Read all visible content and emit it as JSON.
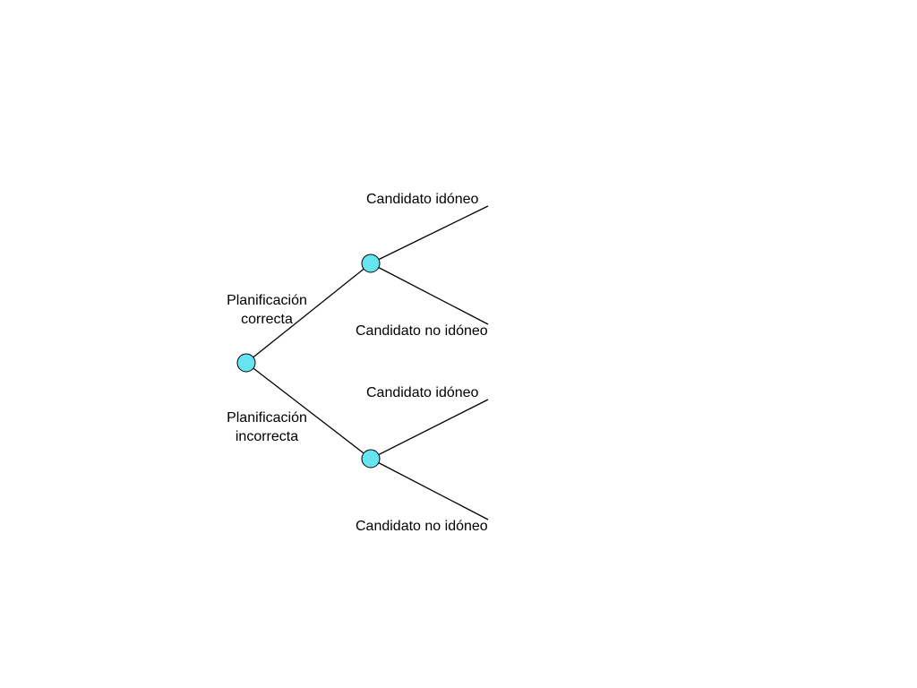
{
  "tree": {
    "node_color": "#66e5f0",
    "line_color": "#000000",
    "branches": {
      "correct": "Planificación correcta",
      "incorrect": "Planificación incorrecta"
    },
    "outcomes": {
      "upper_idoneo": "Candidato idóneo",
      "upper_no_idoneo": "Candidato no idóneo",
      "lower_idoneo": "Candidato idóneo",
      "lower_no_idoneo": "Candidato no idóneo"
    }
  }
}
